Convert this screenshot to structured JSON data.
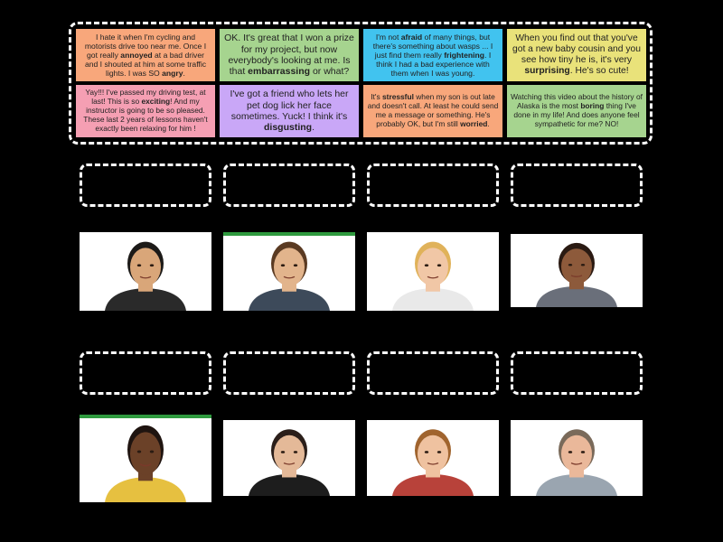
{
  "cards": [
    {
      "id": "c1",
      "color": "#f8a77b",
      "size": "small",
      "parts": [
        [
          "t",
          "I hate it when I'm cycling and motorists drive too near me. Once I got really "
        ],
        [
          "b",
          "annoyed"
        ],
        [
          "t",
          " at a bad driver and I shouted at him at some traffic lights. I was SO "
        ],
        [
          "b",
          "angry"
        ],
        [
          "t",
          "."
        ]
      ]
    },
    {
      "id": "c2",
      "color": "#a6d48f",
      "size": "large",
      "parts": [
        [
          "t",
          "OK. It's great that I won a prize for my project, but now everybody's looking at me. Is that "
        ],
        [
          "b",
          "embarrassing"
        ],
        [
          "t",
          " or what?"
        ]
      ]
    },
    {
      "id": "c3",
      "color": "#41c3ef",
      "size": "small",
      "parts": [
        [
          "t",
          "I'm not "
        ],
        [
          "b",
          "afraid"
        ],
        [
          "t",
          " of many things, but there's something about wasps ... I just find them really "
        ],
        [
          "b",
          "frightening"
        ],
        [
          "t",
          ". I think I had a bad experience with them when I was young."
        ]
      ]
    },
    {
      "id": "c4",
      "color": "#e9e27a",
      "size": "large",
      "parts": [
        [
          "t",
          "When you find out that you've got a new baby cousin and you see how tiny he is, it's very "
        ],
        [
          "b",
          "surprising"
        ],
        [
          "t",
          ". He's so cute!"
        ]
      ]
    },
    {
      "id": "c5",
      "color": "#f59fb3",
      "size": "small",
      "parts": [
        [
          "t",
          "Yay!!! I've passed my driving test, at last! This is so "
        ],
        [
          "b",
          "exciting"
        ],
        [
          "t",
          "! And my instructor is going to be so pleased. These last 2 years of lessons haven't exactly been relaxing for him !"
        ]
      ]
    },
    {
      "id": "c6",
      "color": "#c9a7f7",
      "size": "large",
      "parts": [
        [
          "t",
          "I've got a friend who lets her pet dog lick her face sometimes. Yuck! I think it's "
        ],
        [
          "b",
          "disgusting"
        ],
        [
          "t",
          "."
        ]
      ]
    },
    {
      "id": "c7",
      "color": "#f8a77b",
      "size": "small",
      "parts": [
        [
          "t",
          "It's "
        ],
        [
          "b",
          "stressful"
        ],
        [
          "t",
          " when my son is out late and doesn't call. At least he could send me a message or something. He's probably OK, but I'm still "
        ],
        [
          "b",
          "worried"
        ],
        [
          "t",
          "."
        ]
      ]
    },
    {
      "id": "c8",
      "color": "#a6d48f",
      "size": "small",
      "parts": [
        [
          "t",
          "Watching this video about the history of Alaska is the most "
        ],
        [
          "b",
          "boring"
        ],
        [
          "t",
          " thing I've done in my life! And does anyone feel sympathetic for me? NO!"
        ]
      ]
    }
  ],
  "photos": [
    {
      "name": "disgusted-man-photo",
      "skin": "#d9a679",
      "hair": "#1c1a18",
      "shirt": "#2a2a2a",
      "bg": "#ffffff",
      "green": false
    },
    {
      "name": "embarrassed-man-phone-photo",
      "skin": "#e2b48c",
      "hair": "#5a3a22",
      "shirt": "#3d4a5a",
      "bg": "#ffffff",
      "green": true
    },
    {
      "name": "bored-girl-photo",
      "skin": "#f1c7a6",
      "hair": "#e0b25a",
      "shirt": "#e9e9e9",
      "bg": "#ffffff",
      "green": false
    },
    {
      "name": "frightened-woman-photo",
      "skin": "#8d5a3b",
      "hair": "#2a1a12",
      "shirt": "#6a6f7a",
      "bg": "#ffffff",
      "green": false
    },
    {
      "name": "laughing-woman-photo",
      "skin": "#6b4128",
      "hair": "#1f1410",
      "shirt": "#e6c040",
      "bg": "#ffffff",
      "green": true
    },
    {
      "name": "angry-woman-photo",
      "skin": "#e4b998",
      "hair": "#2b1f1a",
      "shirt": "#1d1d1d",
      "bg": "#ffffff",
      "green": false
    },
    {
      "name": "excited-man-keys-photo",
      "skin": "#efc2a0",
      "hair": "#a0642e",
      "shirt": "#b8423a",
      "bg": "#ffffff",
      "green": false
    },
    {
      "name": "worried-man-photo",
      "skin": "#eab89a",
      "hair": "#7a6a5a",
      "shirt": "#9aa5b0",
      "bg": "#ffffff",
      "green": false
    }
  ]
}
